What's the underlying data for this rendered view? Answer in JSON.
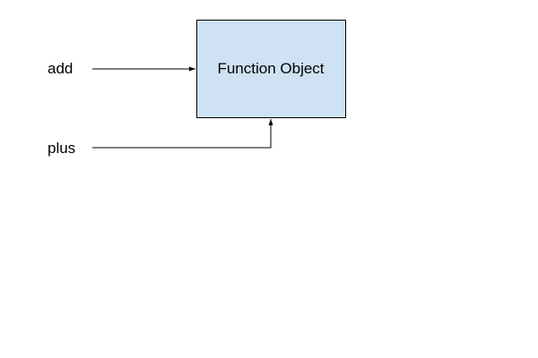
{
  "diagram": {
    "box": {
      "label": "Function Object",
      "fill_color": "#cfe2f3",
      "stroke_color": "#000000"
    },
    "references": [
      {
        "name": "add"
      },
      {
        "name": "plus"
      }
    ],
    "arrow_color": "#000000"
  }
}
